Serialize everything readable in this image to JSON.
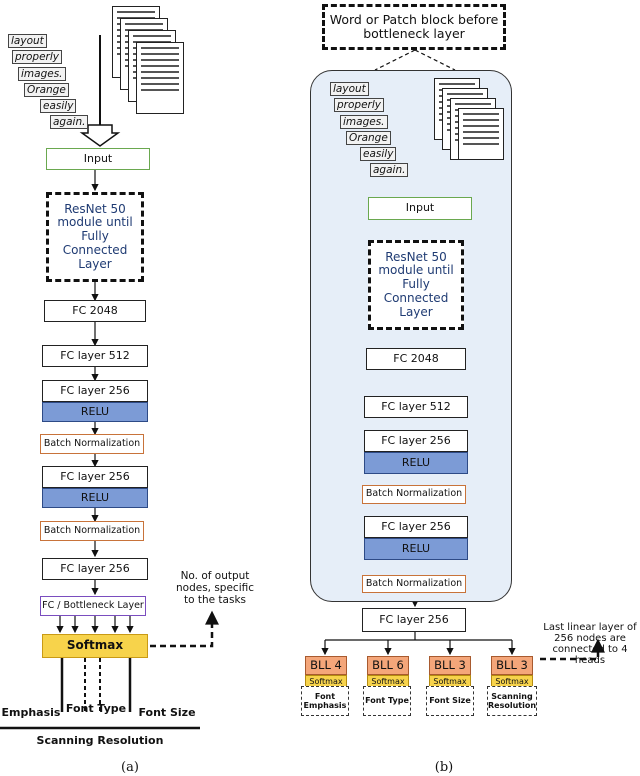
{
  "panel_a": {
    "input": "Input",
    "resnet": "ResNet 50 module until Fully Connected Layer",
    "fc2048": "FC 2048",
    "fc512": "FC layer 512",
    "fc256a": "FC layer 256",
    "relu_a": "RELU",
    "bn1": "Batch Normalization",
    "fc256b": "FC layer 256",
    "relu_b": "RELU",
    "bn2": "Batch Normalization",
    "fc256c": "FC layer 256",
    "bottleneck": "FC / Bottleneck Layer",
    "softmax": "Softmax",
    "note": "No. of output nodes, specific to the tasks",
    "out_emphasis": "Emphasis",
    "out_fonttype": "Font Type",
    "out_fontsize": "Font Size",
    "out_scanning": "Scanning Resolution",
    "caption": "(a)"
  },
  "panel_b": {
    "header": "Word or Patch block before bottleneck layer",
    "input": "Input",
    "resnet": "ResNet 50 module until Fully Connected Layer",
    "fc2048": "FC 2048",
    "fc512": "FC layer 512",
    "fc256a": "FC layer 256",
    "relu_a": "RELU",
    "bn1": "Batch Normalization",
    "fc256b": "FC layer 256",
    "relu_b": "RELU",
    "bn2": "Batch Normalization",
    "fc256c": "FC layer 256",
    "heads": [
      {
        "bll": "BLL 4",
        "softmax": "Softmax",
        "output": "Font Emphasis"
      },
      {
        "bll": "BLL 6",
        "softmax": "Softmax",
        "output": "Font Type"
      },
      {
        "bll": "BLL 3",
        "softmax": "Softmax",
        "output": "Font Size"
      },
      {
        "bll": "BLL 3",
        "softmax": "Softmax",
        "output": "Scanning Resolution"
      }
    ],
    "note": "Last linear layer of 256 nodes are connected to 4 heads",
    "caption": "(b)"
  },
  "word_tiles": [
    "layout",
    "properly",
    "images.",
    "Orange",
    "easily",
    "again."
  ]
}
